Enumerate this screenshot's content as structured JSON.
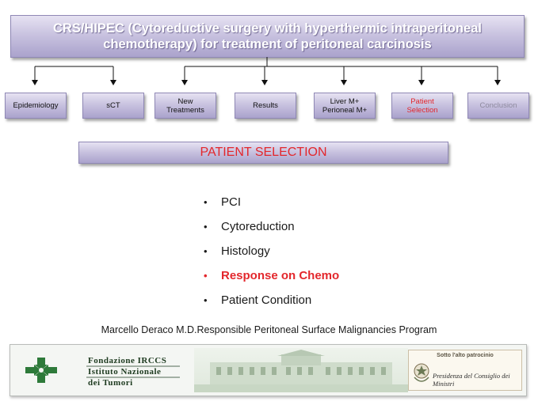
{
  "header": {
    "title_line1": "CRS/HIPEC (Cytoreductive surgery with hyperthermic intraperitoneal",
    "title_line2": "chemotherapy) for treatment of peritoneal carcinosis"
  },
  "nav": {
    "items": [
      {
        "line1": "Epidemiology",
        "line2": ""
      },
      {
        "line1": "sCT",
        "line2": ""
      },
      {
        "line1": "New",
        "line2": "Treatments"
      },
      {
        "line1": "Results",
        "line2": ""
      },
      {
        "line1": "Liver M+",
        "line2": "Perioneal M+"
      },
      {
        "line1": "Patient",
        "line2": "Selection"
      },
      {
        "line1": "Conclusion",
        "line2": ""
      }
    ],
    "active_index": 5
  },
  "section": {
    "title": "PATIENT SELECTION"
  },
  "bullets": [
    {
      "text": "PCI"
    },
    {
      "text": "Cytoreduction"
    },
    {
      "text": "Histology"
    },
    {
      "text": "Response on Chemo"
    },
    {
      "text": "Patient Condition"
    }
  ],
  "bullet_glyph": "•",
  "author": "Marcello Deraco M.D.Responsible  Peritoneal Surface Malignancies Program",
  "banner": {
    "institution_line1": "Fondazione IRCCS",
    "institution_line2": "Istituto Nazionale",
    "institution_line3": "dei Tumori",
    "patronage_label": "Sotto l'alto patrocinio",
    "patronage_signature": "Presidenza del Consiglio dei Ministri"
  },
  "colors": {
    "accent_red": "#e3272c",
    "box_purple": "#c9c3e0",
    "logo_green": "#2e7a3a"
  }
}
